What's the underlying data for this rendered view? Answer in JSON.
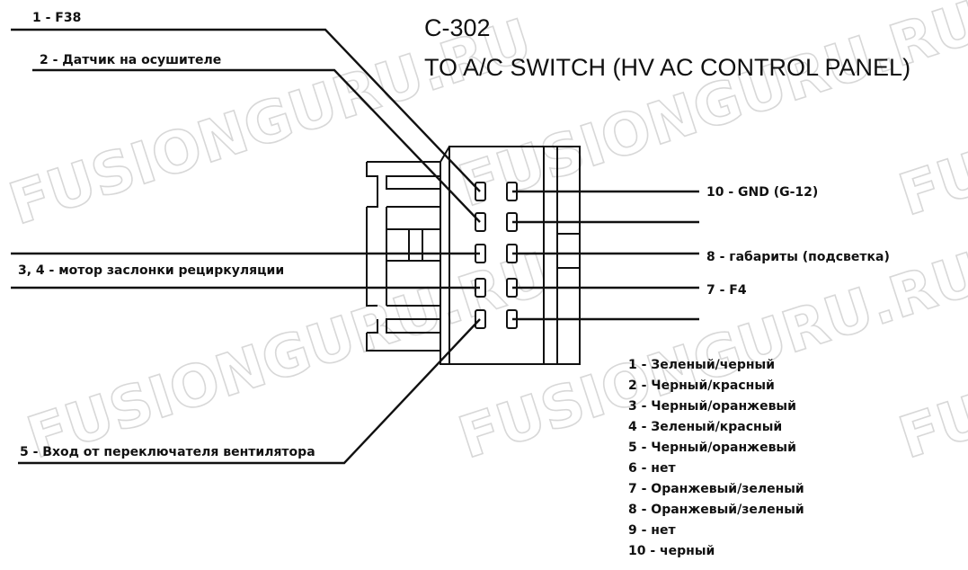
{
  "title": {
    "connector": "C-302",
    "description": "TO A/C SWITCH (HV AC CONTROL PANEL)"
  },
  "watermark": {
    "text": "FUSIONGURU.RU"
  },
  "left_labels": {
    "pin1": "1 - F38",
    "pin2": "2 - Датчик на осушителе",
    "pin34": "3, 4 - мотор заслонки рециркуляции",
    "pin5": "5 - Вход от переключателя вентилятора"
  },
  "right_labels": {
    "pin10": "10 - GND (G-12)",
    "pin8": "8 - габариты (подсветка)",
    "pin7": "7 - F4"
  },
  "wire_colors": [
    "1 - Зеленый/черный",
    "2 - Черный/красный",
    "3 - Черный/оранжевый",
    "4 - Зеленый/красный",
    "5 - Черный/оранжевый",
    "6 - нет",
    "7 - Оранжевый/зеленый",
    "8 - Оранжевый/зеленый",
    "9 - нет",
    "10 - черный"
  ]
}
